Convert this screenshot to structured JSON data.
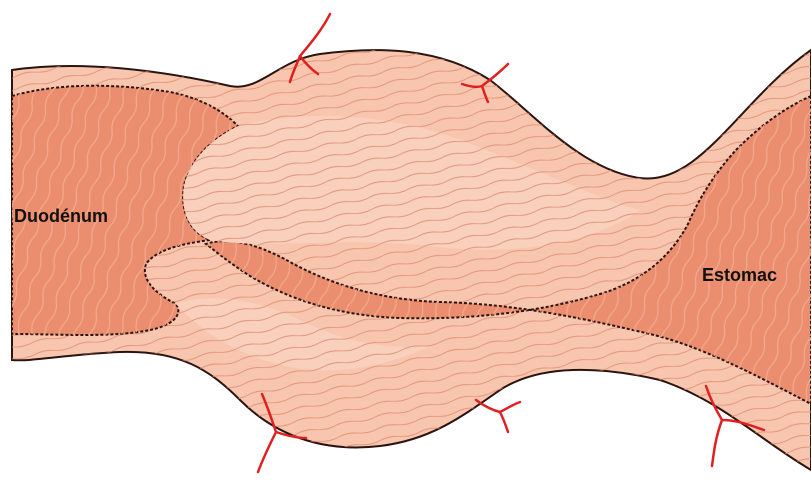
{
  "labels": {
    "duodenum": "Duodénum",
    "estomac": "Estomac"
  },
  "colors": {
    "muscle_wall": "#f8c6ae",
    "mucosa": "#eb8e6f",
    "fiber_line": "#dc8a72",
    "outline": "#2a1410",
    "vessel": "#e02020",
    "background": "#ffffff"
  },
  "regions": [
    "duodenum",
    "pyloric-sphincter",
    "stomach"
  ]
}
